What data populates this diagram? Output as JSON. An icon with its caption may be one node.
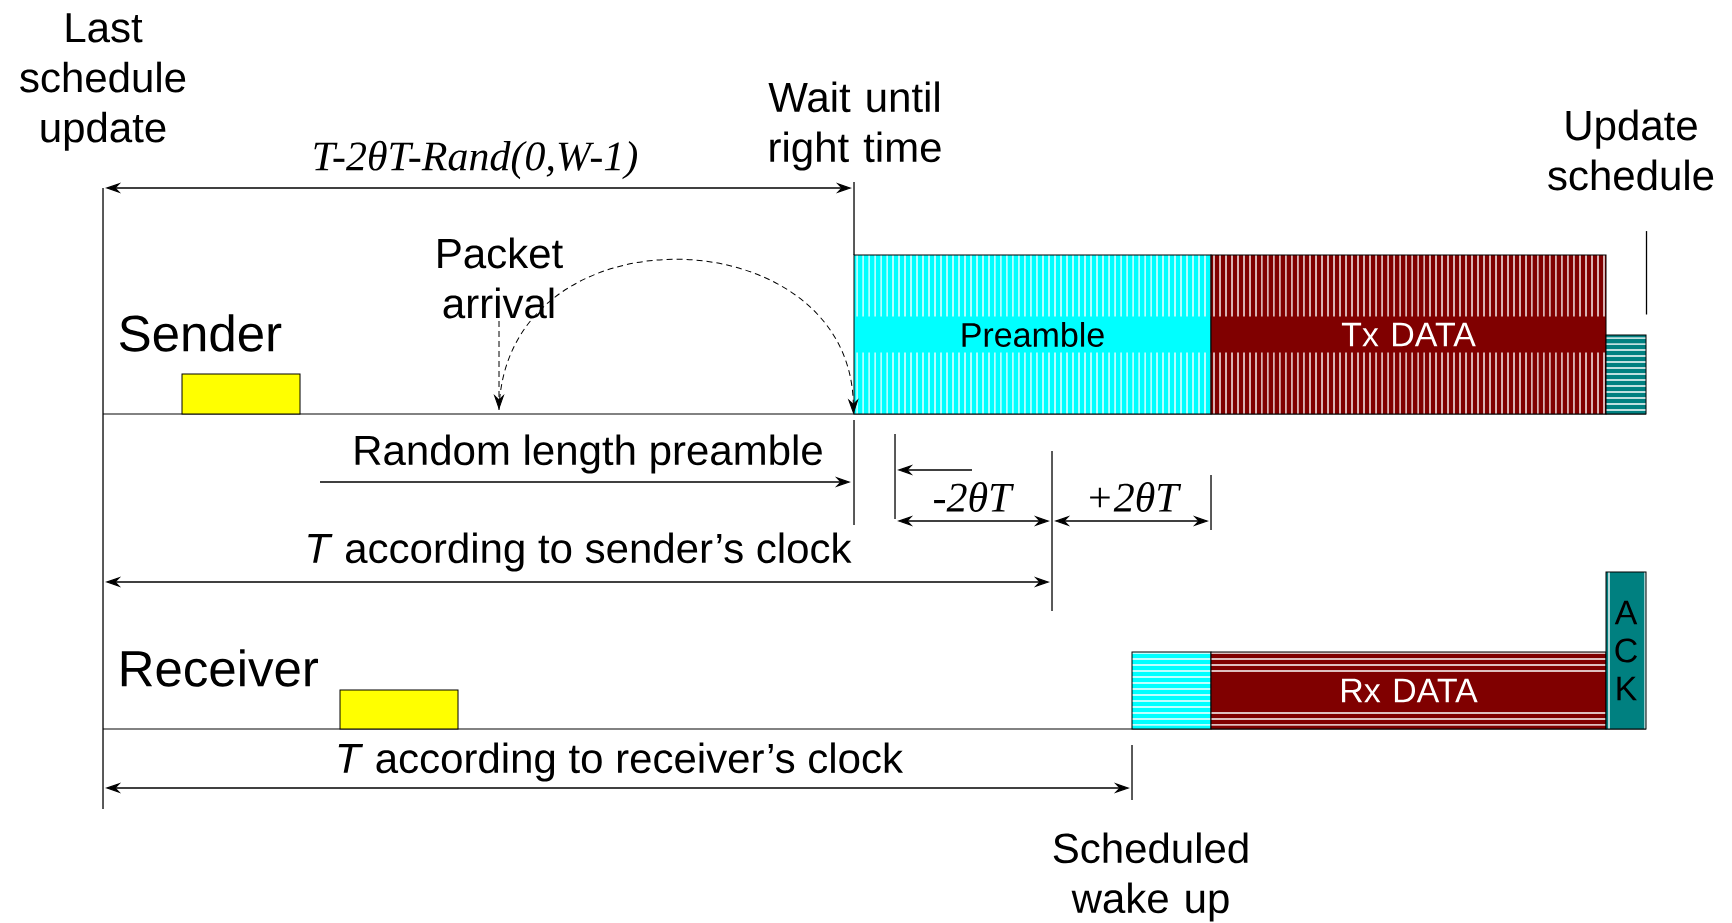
{
  "diagram": {
    "nodes": [
      {
        "text": [
          "Packet arrival"
        ]
      },
      {
        "text": [
          "Update schedule"
        ]
      },
      {
        "text": [
          "Preamble"
        ]
      },
      {
        "text": [
          "Tx DATA"
        ]
      },
      {
        "text": [],
        "shape": "box"
      },
      {
        "text": [],
        "shape": "box"
      },
      {
        "text": [],
        "shape": "box"
      },
      {
        "text": [],
        "shape": "box"
      },
      {
        "text": [
          "Rx DATA"
        ]
      },
      {
        "text": [
          "ACK"
        ]
      }
    ],
    "edges": [
      {
        "from": 0,
        "to": null,
        "arrow": "to",
        "style": "dashed"
      },
      {
        "from": null,
        "to": 2,
        "arrow": "to",
        "style": "dashed"
      },
      {
        "from": 1,
        "to": 4,
        "arrow": "none"
      }
    ],
    "labels": [
      "Last schedule update",
      "T-2θT-Rand(0,W-1)",
      "Wait until right time",
      "Sender",
      "Random length preamble",
      "-2θT",
      "+2θT",
      "*T* according to sender’s clock",
      "Receiver",
      "*T* according to receiver’s clock",
      "Scheduled wake up"
    ]
  }
}
